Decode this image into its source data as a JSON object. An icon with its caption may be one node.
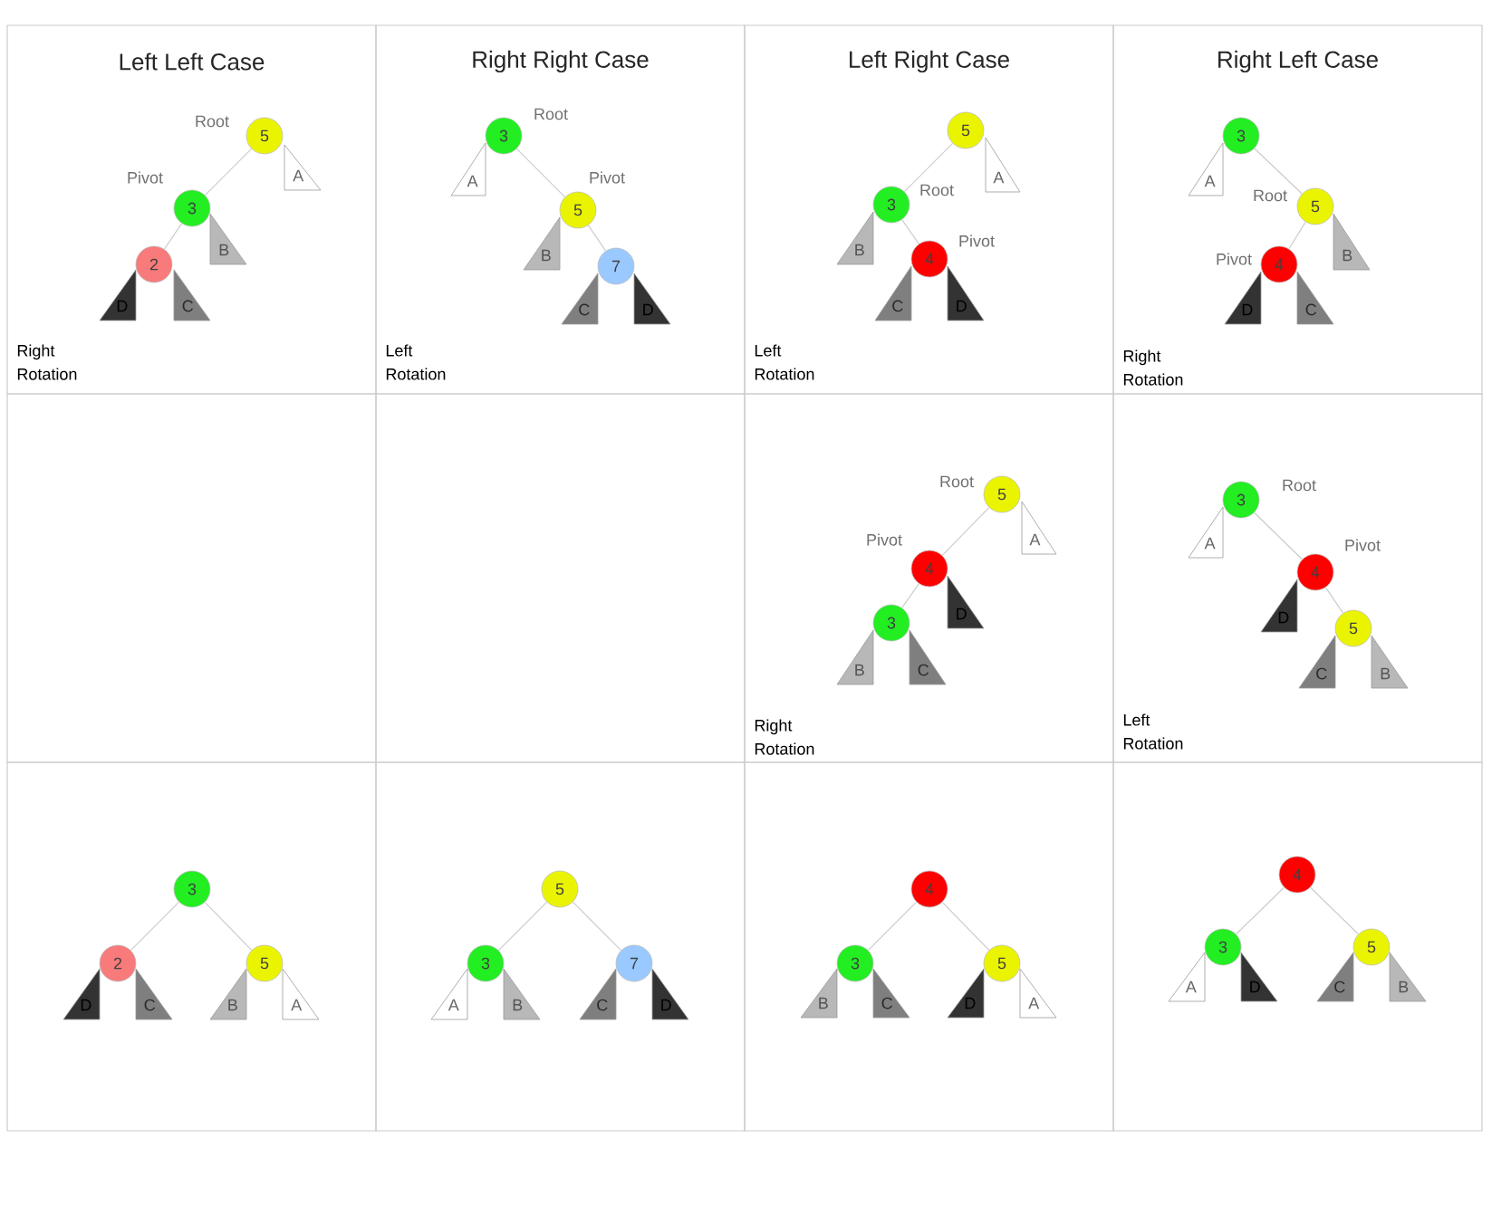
{
  "diagram": {
    "nodes": [
      {
        "text": [
          "Left Left Case",
          "Right Rotation"
        ]
      },
      {
        "text": [
          "5"
        ],
        "beside": [
          "Root"
        ],
        "in": 0
      },
      {
        "text": [
          "A"
        ],
        "in": 0
      },
      {
        "text": [
          "3"
        ],
        "beside": [
          "Pivot"
        ],
        "in": 0
      },
      {
        "text": [
          "B"
        ],
        "in": 0
      },
      {
        "text": [
          "2"
        ],
        "in": 0
      },
      {
        "text": [
          "D"
        ],
        "in": 0
      },
      {
        "text": [
          "C"
        ],
        "in": 0
      },
      {
        "text": [
          "Right Right Case",
          "Left Rotation"
        ]
      },
      {
        "text": [
          "3"
        ],
        "beside": [
          "Root"
        ],
        "in": 8
      },
      {
        "text": [
          "A"
        ],
        "in": 8
      },
      {
        "text": [
          "5"
        ],
        "beside": [
          "Pivot"
        ],
        "in": 8
      },
      {
        "text": [
          "B"
        ],
        "in": 8
      },
      {
        "text": [
          "7"
        ],
        "in": 8
      },
      {
        "text": [
          "C"
        ],
        "in": 8
      },
      {
        "text": [
          "D"
        ],
        "in": 8
      },
      {
        "text": [
          "Left Right Case",
          "Left Rotation"
        ]
      },
      {
        "text": [
          "5"
        ],
        "in": 16
      },
      {
        "text": [
          "A"
        ],
        "in": 16
      },
      {
        "text": [
          "3"
        ],
        "beside": [
          "Root"
        ],
        "in": 16
      },
      {
        "text": [
          "B"
        ],
        "in": 16
      },
      {
        "text": [
          "4"
        ],
        "beside": [
          "Pivot"
        ],
        "in": 16
      },
      {
        "text": [
          "C"
        ],
        "in": 16
      },
      {
        "text": [
          "D"
        ],
        "in": 16
      },
      {
        "text": [
          "Right Left Case",
          "Right Rotation"
        ]
      },
      {
        "text": [
          "3"
        ],
        "in": 24
      },
      {
        "text": [
          "A"
        ],
        "in": 24
      },
      {
        "text": [
          "5"
        ],
        "beside": [
          "Root"
        ],
        "in": 24
      },
      {
        "text": [
          "B"
        ],
        "in": 24
      },
      {
        "text": [
          "4"
        ],
        "beside": [
          "Pivot"
        ],
        "in": 24
      },
      {
        "text": [
          "D"
        ],
        "in": 24
      },
      {
        "text": [
          "C"
        ],
        "in": 24
      },
      {
        "text": [],
        "shape": "box"
      },
      {
        "text": [],
        "shape": "box"
      },
      {
        "text": [
          "Right Rotation"
        ]
      },
      {
        "text": [
          "5"
        ],
        "beside": [
          "Root"
        ],
        "in": 34
      },
      {
        "text": [
          "A"
        ],
        "in": 34
      },
      {
        "text": [
          "4"
        ],
        "beside": [
          "Pivot"
        ],
        "in": 34
      },
      {
        "text": [
          "D"
        ],
        "in": 34
      },
      {
        "text": [
          "3"
        ],
        "in": 34
      },
      {
        "text": [
          "B"
        ],
        "in": 34
      },
      {
        "text": [
          "C"
        ],
        "in": 34
      },
      {
        "text": [
          "Left Rotation"
        ]
      },
      {
        "text": [
          "3"
        ],
        "beside": [
          "Root"
        ],
        "in": 42
      },
      {
        "text": [
          "A"
        ],
        "in": 42
      },
      {
        "text": [
          "4"
        ],
        "beside": [
          "Pivot"
        ],
        "in": 42
      },
      {
        "text": [
          "D"
        ],
        "in": 42
      },
      {
        "text": [
          "5"
        ],
        "in": 42
      },
      {
        "text": [
          "C"
        ],
        "in": 42
      },
      {
        "text": [
          "B"
        ],
        "in": 42
      },
      {
        "text": [],
        "shape": "box"
      },
      {
        "text": [
          "3"
        ],
        "in": 50
      },
      {
        "text": [
          "2"
        ],
        "in": 50
      },
      {
        "text": [
          "D"
        ],
        "in": 50
      },
      {
        "text": [
          "C"
        ],
        "in": 50
      },
      {
        "text": [
          "5"
        ],
        "in": 50
      },
      {
        "text": [
          "B"
        ],
        "in": 50
      },
      {
        "text": [
          "A"
        ],
        "in": 50
      },
      {
        "text": [],
        "shape": "box"
      },
      {
        "text": [
          "5"
        ],
        "in": 58
      },
      {
        "text": [
          "3"
        ],
        "in": 58
      },
      {
        "text": [
          "A"
        ],
        "in": 58
      },
      {
        "text": [
          "B"
        ],
        "in": 58
      },
      {
        "text": [
          "7"
        ],
        "in": 58
      },
      {
        "text": [
          "C"
        ],
        "in": 58
      },
      {
        "text": [
          "D"
        ],
        "in": 58
      },
      {
        "text": [],
        "shape": "box"
      },
      {
        "text": [
          "4"
        ],
        "in": 66
      },
      {
        "text": [
          "3"
        ],
        "in": 66
      },
      {
        "text": [
          "B"
        ],
        "in": 66
      },
      {
        "text": [
          "C"
        ],
        "in": 66
      },
      {
        "text": [
          "5"
        ],
        "in": 66
      },
      {
        "text": [
          "D"
        ],
        "in": 66
      },
      {
        "text": [
          "A"
        ],
        "in": 66
      },
      {
        "text": [],
        "shape": "box"
      },
      {
        "text": [
          "4"
        ],
        "in": 74
      },
      {
        "text": [
          "3"
        ],
        "in": 74
      },
      {
        "text": [
          "A"
        ],
        "in": 74
      },
      {
        "text": [
          "D"
        ],
        "in": 74
      },
      {
        "text": [
          "5"
        ],
        "in": 74
      },
      {
        "text": [
          "C"
        ],
        "in": 74
      },
      {
        "text": [
          "B"
        ],
        "in": 74
      }
    ],
    "edges": [
      {
        "from": 1,
        "to": 3,
        "arrow": "none"
      },
      {
        "from": 3,
        "to": 5,
        "arrow": "none"
      },
      {
        "from": 9,
        "to": 11,
        "arrow": "none"
      },
      {
        "from": 11,
        "to": 13,
        "arrow": "none"
      },
      {
        "from": 17,
        "to": 19,
        "arrow": "none"
      },
      {
        "from": 19,
        "to": 21,
        "arrow": "none"
      },
      {
        "from": 25,
        "to": 27,
        "arrow": "none"
      },
      {
        "from": 27,
        "to": 29,
        "arrow": "none"
      },
      {
        "from": 35,
        "to": 37,
        "arrow": "none"
      },
      {
        "from": 37,
        "to": 39,
        "arrow": "none"
      },
      {
        "from": 43,
        "to": 45,
        "arrow": "none"
      },
      {
        "from": 45,
        "to": 47,
        "arrow": "none"
      },
      {
        "from": 51,
        "to": 52,
        "arrow": "none"
      },
      {
        "from": 51,
        "to": 55,
        "arrow": "none"
      },
      {
        "from": 59,
        "to": 60,
        "arrow": "none"
      },
      {
        "from": 59,
        "to": 63,
        "arrow": "none"
      },
      {
        "from": 67,
        "to": 68,
        "arrow": "none"
      },
      {
        "from": 67,
        "to": 71,
        "arrow": "none"
      },
      {
        "from": 75,
        "to": 76,
        "arrow": "none"
      },
      {
        "from": 75,
        "to": 79,
        "arrow": "none"
      }
    ]
  }
}
